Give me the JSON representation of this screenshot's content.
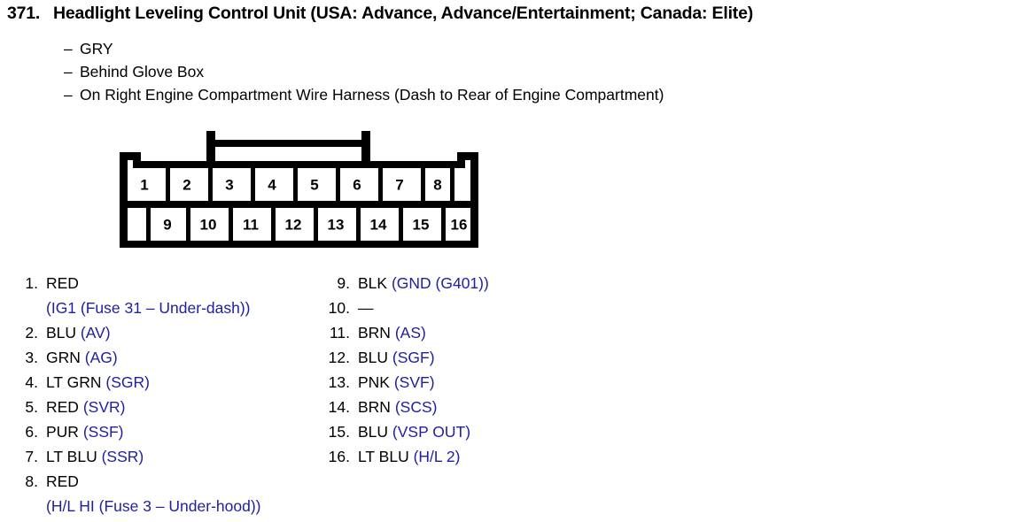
{
  "header": {
    "number": "371.",
    "title": "Headlight Leveling Control Unit (USA: Advance, Advance/Entertainment; Canada: Elite)",
    "dash": "–",
    "details": [
      "GRY",
      "Behind Glove Box",
      "On Right Engine Compartment Wire Harness (Dash to Rear of Engine Compartment)"
    ]
  },
  "connector": {
    "top_row": [
      "1",
      "2",
      "3",
      "4",
      "5",
      "6",
      "7",
      "8"
    ],
    "bottom_row": [
      "9",
      "10",
      "11",
      "12",
      "13",
      "14",
      "15",
      "16"
    ],
    "total_pins": 16
  },
  "colors": {
    "circuit_blue": "#2020a0",
    "wire_black": "#000000",
    "background": "#ffffff"
  },
  "pins_left": [
    {
      "num": "1.",
      "wire": "RED",
      "circuit": "",
      "cont": "(IG1 (Fuse 31 – Under-dash))"
    },
    {
      "num": "2.",
      "wire": "BLU",
      "circuit": "(AV)",
      "cont": ""
    },
    {
      "num": "3.",
      "wire": "GRN",
      "circuit": "(AG)",
      "cont": ""
    },
    {
      "num": "4.",
      "wire": "LT GRN",
      "circuit": "(SGR)",
      "cont": ""
    },
    {
      "num": "5.",
      "wire": "RED",
      "circuit": "(SVR)",
      "cont": ""
    },
    {
      "num": "6.",
      "wire": "PUR",
      "circuit": "(SSF)",
      "cont": ""
    },
    {
      "num": "7.",
      "wire": "LT BLU",
      "circuit": "(SSR)",
      "cont": ""
    },
    {
      "num": "8.",
      "wire": "RED",
      "circuit": "",
      "cont": "(H/L HI (Fuse 3 – Under-hood))"
    }
  ],
  "pins_right": [
    {
      "num": "9.",
      "wire": "BLK",
      "circuit": "(GND (G401))",
      "cont": ""
    },
    {
      "num": "10.",
      "wire": "—",
      "circuit": "",
      "cont": ""
    },
    {
      "num": "11.",
      "wire": "BRN",
      "circuit": "(AS)",
      "cont": ""
    },
    {
      "num": "12.",
      "wire": "BLU",
      "circuit": "(SGF)",
      "cont": ""
    },
    {
      "num": "13.",
      "wire": "PNK",
      "circuit": "(SVF)",
      "cont": ""
    },
    {
      "num": "14.",
      "wire": "BRN",
      "circuit": "(SCS)",
      "cont": ""
    },
    {
      "num": "15.",
      "wire": "BLU",
      "circuit": "(VSP OUT)",
      "cont": ""
    },
    {
      "num": "16.",
      "wire": "LT BLU",
      "circuit": "(H/L 2)",
      "cont": ""
    }
  ]
}
